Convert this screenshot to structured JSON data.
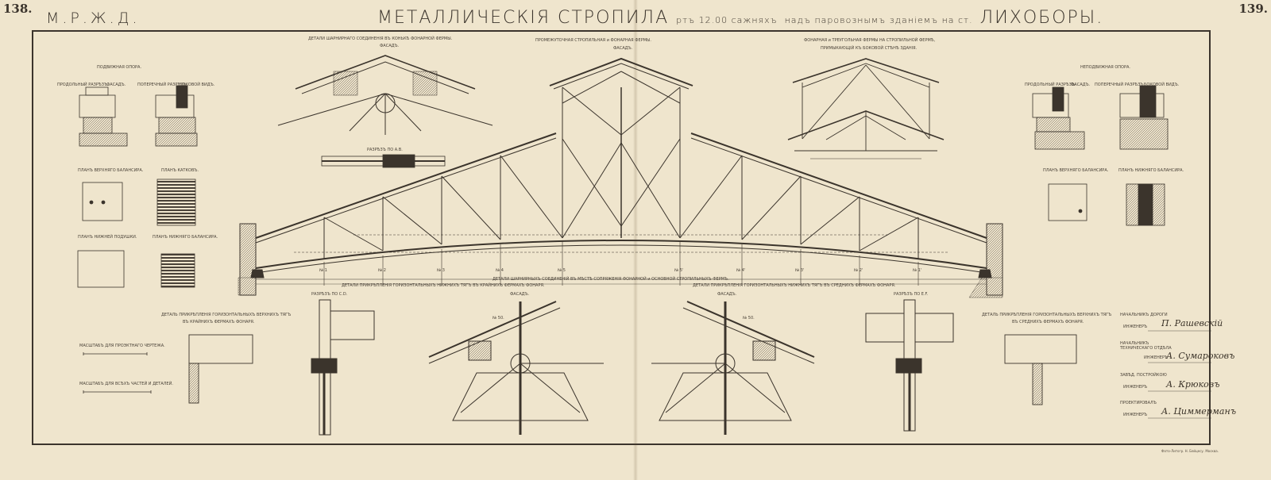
{
  "page": {
    "left_page_number": "138.",
    "right_page_number": "139.",
    "header_left": "М.Р.Ж.Д.",
    "title_main": "МЕТАЛЛИЧЕСКІЯ СТРОПИЛА",
    "title_span": "ртъ 12.00 сажняхъ",
    "title_rest": "надъ паровознымъ зданіемъ на ст.",
    "title_station": "ЛИХОБОРЫ.",
    "printer": "Фото-Литогр. Н. Бейцесу. Москва."
  },
  "labels": {
    "top_left_detail": "ДЕТАЛИ ШАРНИРНАГО СОЕДИНЕНІЯ ВЪ КОНЬКѢ ФОНАРНОЙ ФЕРМЫ.",
    "top_left_facade": "ФАСАДЪ.",
    "top_center_title": "ПРОМЕЖУТОЧНАЯ СТРОПИЛЬНАЯ и ФОНАРНАЯ ФЕРМЫ.",
    "top_center_facade": "ФАСАДЪ.",
    "top_right_title": "ФОНАРНАЯ и ТРЕУГОЛЬНАЯ ФЕРМЫ НА СТРОПИЛЬНОЙ ФЕРМѢ,",
    "top_right_subtitle": "ПРИМЫКАЮЩІЙ КЪ БОКОВОЙ СТѢНѢ ЗДАНІЯ.",
    "section_ab": "РАЗРѢЗЪ ПО А.В.",
    "left_support": "ПОДВИЖНАЯ ОПОРА.",
    "left_long_section": "ПРОДОЛЬНЫЙ РАЗРѢЗЪ.",
    "left_facade": "ФАСАДЪ.",
    "left_cross_section": "ПОПЕРЕЧНЫЙ РАЗРѢЗЪ.",
    "left_side_view": "БОКОВОЙ ВИДЪ.",
    "left_plan_upper": "ПЛАНЪ ВЕРХНЯГО БАЛАНСИРА.",
    "left_plan_rollers": "ПЛАНЪ КАТКОВЪ.",
    "left_plan_lower": "ПЛАНЪ НИЖНЕЙ ПОДУШКИ.",
    "left_plan_lower_bal": "ПЛАНЪ НИЖНЯГО БАЛАНСИРА.",
    "right_support": "НЕПОДВИЖНАЯ ОПОРА.",
    "right_long_section": "ПРОДОЛЬНЫЙ РАЗРѢЗЪ.",
    "right_facade": "ФАСАДЪ.",
    "right_cross_section": "ПОПЕРЕЧНЫЙ РАЗРѢЗЪ.",
    "right_side_view": "БОКОВОЙ ВИДЪ.",
    "right_plan_upper": "ПЛАНЪ ВЕРХНЯГО БАЛАНСИРА.",
    "right_plan_lower": "ПЛАНЪ НИЖНЯГО БАЛАНСИРА.",
    "bottom_center_title": "ДЕТАЛИ ШАРНИРНЫХЪ СОЕДИНЕНІЙ ВЪ МѢСТѢ СОПРЯЖЕНІЯ ФОНАРНОЙ и ОСНОВНОЙ СТРОПИЛЬНЫХЪ ФЕРМЪ.",
    "bottom_left_title": "ДЕТАЛИ ПРИКРѢПЛЕНІЯ ГОРИЗОНТАЛЬНЫХЪ НИЖНИХЪ ТЯГЪ ВЪ КРАЙНИХЪ ФЕРМАХЪ ФОНАРЯ.",
    "bottom_right_title": "ДЕТАЛИ ПРИКРѢПЛЕНІЯ ГОРИЗОНТАЛЬНЫХЪ НИЖНИХЪ ТЯГЪ ВЪ СРЕДНИХЪ ФЕРМАХЪ ФОНАРЯ.",
    "section_cd": "РАЗРѢЗЪ ПО C.D.",
    "section_ef": "РАЗРѢЗЪ ПО E.F.",
    "facade_bl": "ФАСАДЪ.",
    "facade_br": "ФАСАДЪ.",
    "upper_ties_left_1": "ДЕТАЛЬ ПРИКРѢПЛЕНІЯ ГОРИЗОНТАЛЬНЫХЪ ВЕРХНИХЪ ТЯГЪ",
    "upper_ties_left_2": "ВЪ КРАЙНИХЪ ФЕРМАХЪ ФОНАРЯ.",
    "upper_ties_right_1": "ДЕТАЛЬ ПРИКРѢПЛЕНІЯ ГОРИЗОНТАЛЬНЫХЪ ВЕРХНИХЪ ТЯГЪ",
    "upper_ties_right_2": "ВЪ СРЕДНИХЪ ФЕРМАХЪ ФОНАРЯ.",
    "scale_main": "МАСШТАБЪ ДЛЯ ПРОЭКТНАГО ЧЕРТЕЖА.",
    "scale_details": "МАСШТАБЪ ДЛЯ ВСѢХЪ ЧАСТЕЙ И ДЕТАЛЕЙ.",
    "node_labels": [
      "№ 1",
      "№ 2",
      "№ 3",
      "№ 4",
      "№ 5",
      "№ 5'",
      "№ 4'",
      "№ 3'",
      "№ 2'",
      "№ 1'"
    ],
    "joint_left": "№ 50.",
    "joint_right": "№ 50."
  },
  "signatures": [
    {
      "role": "НАЧАЛЬНИКЪ ДОРОГИ",
      "title": "ИНЖЕНЕРЪ",
      "name": "П. Рашевскій"
    },
    {
      "role": "НАЧАЛЬНИКЪ ТЕХНИЧЕСКАГО ОТДѢЛА",
      "title": "ИНЖЕНЕРЪ",
      "name": "А. Сумароковъ"
    },
    {
      "role": "ЗАВѢД. ПОСТРОЙКОЮ",
      "title": "ИНЖЕНЕРЪ",
      "name": "А. Крюковъ"
    },
    {
      "role": "ПРОЕКТИРОВАЛЪ",
      "title": "ИНЖЕНЕРЪ",
      "name": "А. Циммерманъ"
    }
  ]
}
